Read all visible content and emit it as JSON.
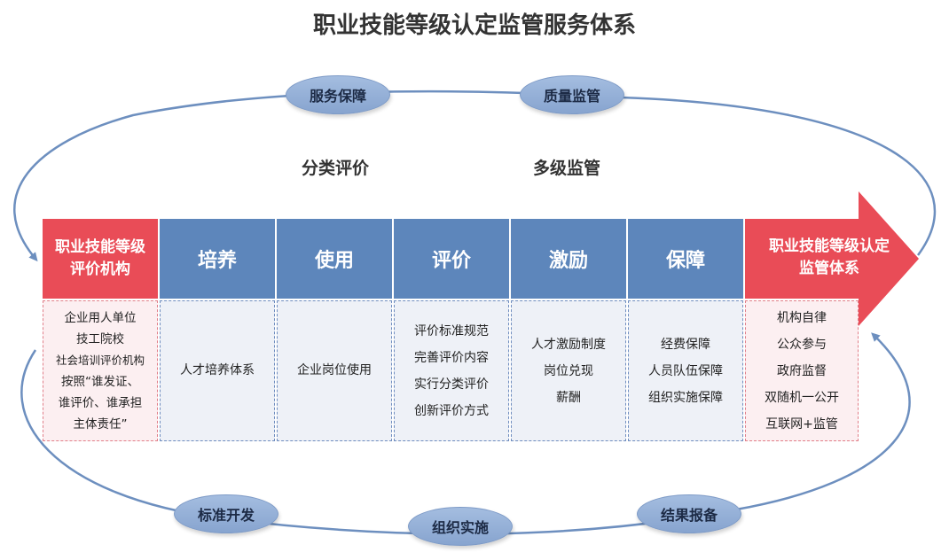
{
  "title": "职业技能等级认定监管服务体系",
  "subheads": {
    "left": "分类评价",
    "right": "多级监管"
  },
  "cycle_top": [
    "服务保障",
    "质量监管"
  ],
  "cycle_bottom": [
    "标准开发",
    "组织实施",
    "结果报备"
  ],
  "left_block": {
    "title_lines": [
      "职业技能等级",
      "评价机构"
    ],
    "items": [
      "企业用人单位",
      "技工院校",
      "社会培训评价机构",
      "按照“谁发证、",
      "谁评价、谁承担",
      "主体责任”"
    ]
  },
  "stages": [
    {
      "label": "培养",
      "items": [
        "人才培养体系"
      ]
    },
    {
      "label": "使用",
      "items": [
        "企业岗位使用"
      ]
    },
    {
      "label": "评价",
      "items": [
        "评价标准规范",
        "完善评价内容",
        "实行分类评价",
        "创新评价方式"
      ]
    },
    {
      "label": "激励",
      "items": [
        "人才激励制度",
        "岗位兑现",
        "薪酬"
      ]
    },
    {
      "label": "保障",
      "items": [
        "经费保障",
        "人员队伍保障",
        "组织实施保障"
      ]
    }
  ],
  "right_block": {
    "title_lines": [
      "职业技能等级认定",
      "监管体系"
    ],
    "items": [
      "机构自律",
      "公众参与",
      "政府监督",
      "双随机一公开",
      "互联网+监管"
    ]
  },
  "colors": {
    "accent_red": "#e94c57",
    "accent_blue": "#5d86bb",
    "ring": "#6d8fbf"
  }
}
